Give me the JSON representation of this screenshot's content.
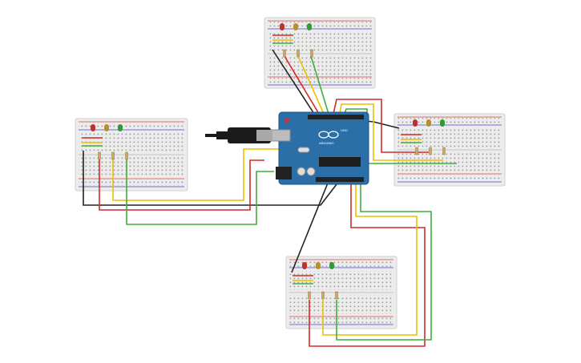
{
  "arduino": {
    "brand_text": "ARDUINO",
    "model_text": "UNO",
    "board_color": "#2b6fa8",
    "header_color": "#222222"
  },
  "breadboards": [
    {
      "id": "top",
      "leds": [
        "red",
        "yellow",
        "green"
      ]
    },
    {
      "id": "left",
      "leds": [
        "red",
        "yellow",
        "green"
      ]
    },
    {
      "id": "right",
      "leds": [
        "red",
        "yellow",
        "green"
      ]
    },
    {
      "id": "bottom",
      "leds": [
        "red",
        "yellow",
        "green"
      ]
    }
  ],
  "wire_colors": {
    "red": "#d42a2a",
    "yellow": "#e6c200",
    "green": "#3fae3a",
    "black": "#222222"
  },
  "led_colors": {
    "red": "#c0302a",
    "yellow": "#b8902a",
    "green": "#2e9b35"
  },
  "usb_cable_color": "#1a1a1a"
}
